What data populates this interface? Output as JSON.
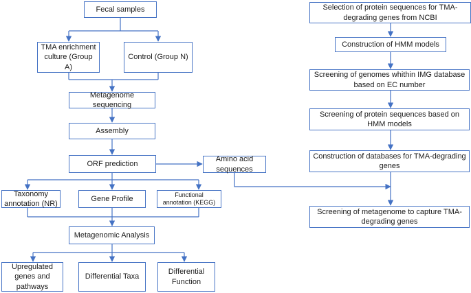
{
  "nodes": {
    "fecal_samples": "Fecal samples",
    "tma_enrichment": "TMA enrichment culture (Group A)",
    "control": "Control (Group N)",
    "metagenome_sequencing": "Metagenome sequencing",
    "assembly": "Assembly",
    "orf_prediction": "ORF prediction",
    "amino_acid_sequences": "Amino acid sequences",
    "taxonomy_annotation": "Taxonomy annotation (NR)",
    "gene_profile": "Gene Profile",
    "functional_annotation": "Functional annotation (KEGG)",
    "metagenomic_analysis": "Metagenomic Analysis",
    "upregulated_genes": "Upregulated genes and pathways",
    "differential_taxa": "Differential Taxa",
    "differential_function": "Differential Function",
    "selection_protein": "Selection of protein sequences for TMA-degrading genes from NCBI",
    "construction_hmm": "Construction of HMM models",
    "screening_genomes": "Screening of genomes whithin IMG database based on EC number",
    "screening_protein": "Screening of protein sequences based on HMM models",
    "construction_databases": "Construction of databases for TMA-degrading genes",
    "screening_metagenome": "Screening of metagenome to capture TMA-degrading genes"
  },
  "colors": {
    "line": "#4472c4",
    "border": "#4472c4",
    "text": "#1a1a1a"
  }
}
